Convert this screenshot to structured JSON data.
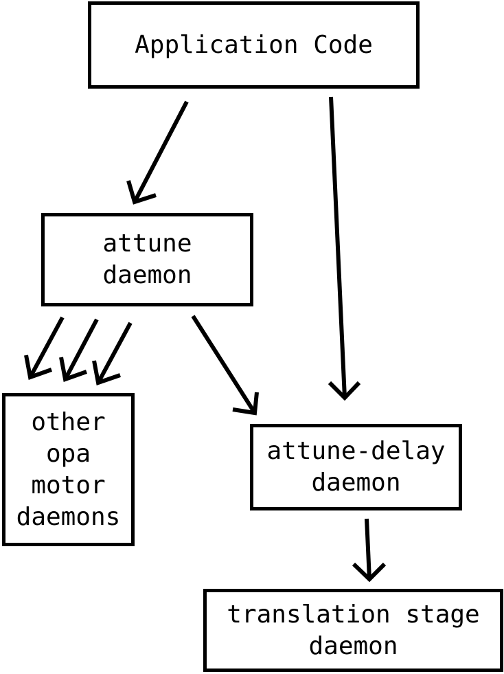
{
  "nodes": {
    "application_code": {
      "lines": [
        "Application Code"
      ]
    },
    "attune_daemon": {
      "lines": [
        "attune",
        "daemon"
      ]
    },
    "other_opa_motor_daemons": {
      "lines": [
        "other",
        "opa",
        "motor",
        "daemons"
      ]
    },
    "attune_delay_daemon": {
      "lines": [
        "attune-delay",
        "daemon"
      ]
    },
    "translation_stage_daemon": {
      "lines": [
        "translation stage",
        "daemon"
      ]
    }
  },
  "edges": [
    {
      "from": "application_code",
      "to": "attune_daemon"
    },
    {
      "from": "application_code",
      "to": "attune_delay_daemon"
    },
    {
      "from": "attune_daemon",
      "to": "other_opa_motor_daemons"
    },
    {
      "from": "attune_daemon",
      "to": "other_opa_motor_daemons"
    },
    {
      "from": "attune_daemon",
      "to": "other_opa_motor_daemons"
    },
    {
      "from": "attune_daemon",
      "to": "attune_delay_daemon"
    },
    {
      "from": "attune_delay_daemon",
      "to": "translation_stage_daemon"
    }
  ],
  "colors": {
    "stroke": "#000000",
    "background": "#ffffff"
  }
}
